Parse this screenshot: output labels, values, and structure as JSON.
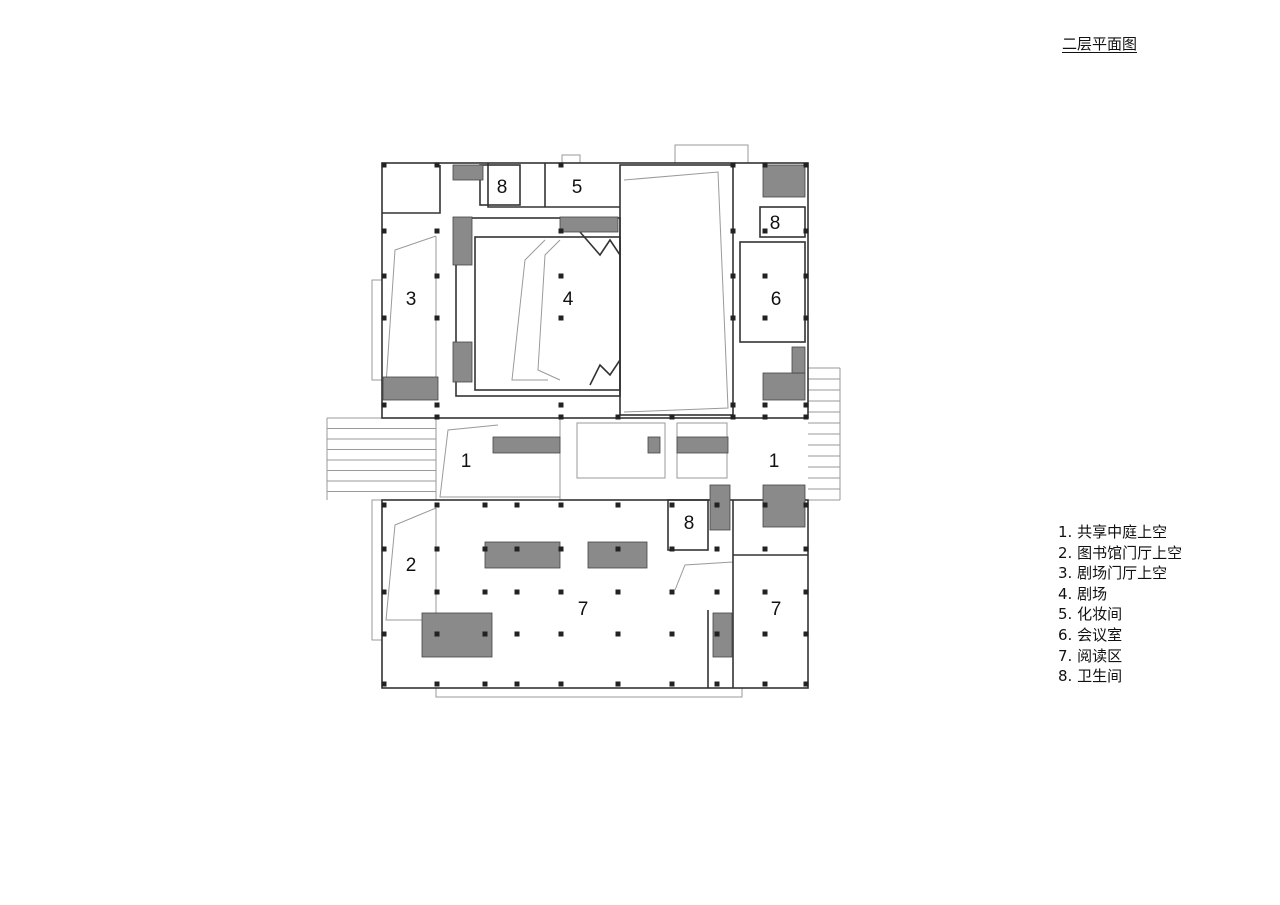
{
  "title": "二层平面图",
  "legend": [
    "1. 共享中庭上空",
    "2. 图书馆门厅上空",
    "3. 剧场门厅上空",
    "4. 剧场",
    "5. 化妆间",
    "6. 会议室",
    "7. 阅读区",
    "8. 卫生间"
  ],
  "room_labels": [
    "8",
    "5",
    "4",
    "3",
    "6",
    "8",
    "1",
    "1",
    "8",
    "2",
    "7",
    "7"
  ],
  "colors": {
    "core": "#8a8a8a",
    "wall": "#333333",
    "line": "#9a9a9a"
  }
}
